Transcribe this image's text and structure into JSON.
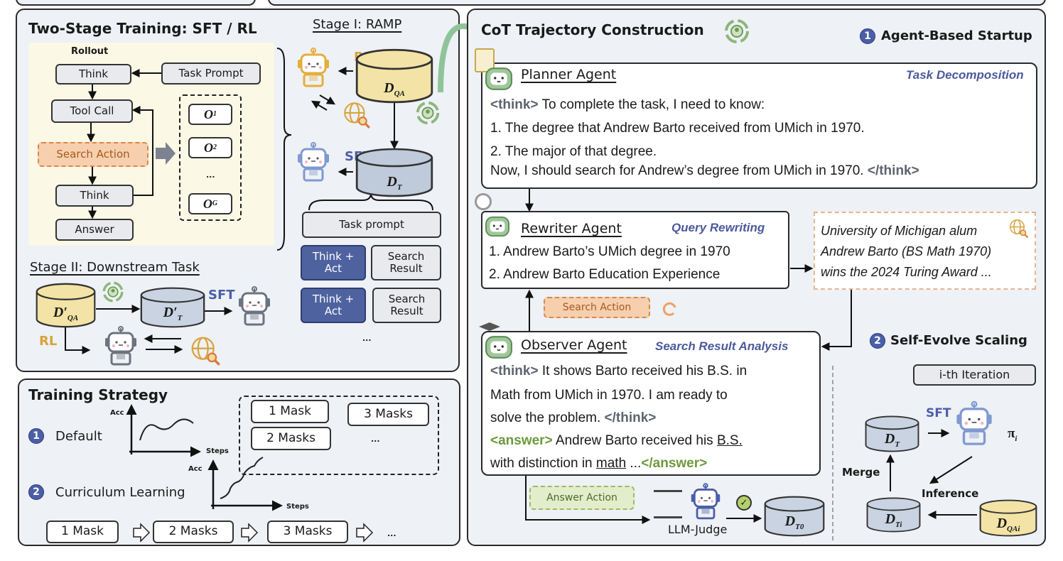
{
  "left_top": {
    "title": "Two-Stage Training: SFT / RL",
    "stage1": "Stage I: RAMP",
    "rollout": {
      "label": "Rollout",
      "think1": "Think",
      "task_prompt": "Task Prompt",
      "tool_call": "Tool Call",
      "search_action": "Search Action",
      "think2": "Think",
      "answer": "Answer",
      "outputs": [
        {
          "main": "O",
          "sub": "1"
        },
        {
          "main": "O",
          "sub": "2"
        },
        {
          "main": "O",
          "sub": "G"
        }
      ],
      "ellipsis": "..."
    },
    "rl_label": "RL",
    "sft_label": "SFT",
    "d_qa": {
      "main": "D",
      "sub": "QA"
    },
    "d_t": {
      "main": "D",
      "sub": "T"
    },
    "task_prompt2": "Task prompt",
    "think_act": "Think + Act",
    "search_result": "Search Result",
    "ellipsis": "...",
    "stage2": "Stage II: Downstream Task",
    "d_qa_prime": {
      "main": "D′",
      "sub": "QA"
    },
    "d_t_prime": {
      "main": "D′",
      "sub": "T"
    },
    "stage2_sft": "SFT",
    "stage2_rl": "RL"
  },
  "left_bottom": {
    "title": "Training Strategy",
    "items": [
      {
        "num": "1",
        "label": "Default"
      },
      {
        "num": "2",
        "label": "Curriculum Learning"
      }
    ],
    "acc": "Acc",
    "steps": "Steps",
    "mask_set": [
      "1 Mask",
      "3 Masks",
      "2 Masks",
      "..."
    ],
    "sequence": [
      "1 Mask",
      "2 Masks",
      "3 Masks",
      "..."
    ]
  },
  "right": {
    "title": "CoT Trajectory Construction",
    "startup_num": "1",
    "startup": "Agent-Based Startup",
    "planner": {
      "name": "Planner Agent",
      "role": "Task Decomposition",
      "open_tag": "<think>",
      "l1": " To complete the task, I need to know:",
      "l2": "1. The degree that Andrew Barto received from UMich in 1970.",
      "l3": "2. The major of that degree.",
      "l4": "Now, I should search for Andrew’s degree from UMich in 1970. ",
      "close_tag": "</think>"
    },
    "rewriter": {
      "name": "Rewriter Agent",
      "role": "Query Rewriting",
      "l1": "1. Andrew Barto’s UMich degree in 1970",
      "l2": "2. Andrew Barto Education Experience"
    },
    "search_result": [
      "University of Michigan alum",
      "Andrew Barto (BS Math 1970)",
      "wins the 2024 Turing Award ..."
    ],
    "search_action": "Search Action",
    "observer": {
      "name": "Observer Agent",
      "role": "Search Result Analysis",
      "open_think": "<think>",
      "l1": " It shows Barto received his B.S. in",
      "l2": "Math from UMich in 1970. I am ready to",
      "l3": "solve the problem. ",
      "close_think": "</think>",
      "open_answer": "<answer>",
      "l4": " Andrew Barto received his ",
      "bs": "B.S.",
      "l5": "with distinction in ",
      "math": "math",
      "l5b": " ...",
      "close_answer": "</answer>"
    },
    "answer_action": "Answer Action",
    "llm_judge": "LLM-Judge",
    "d_t0": {
      "main": "D",
      "sub": "T0"
    },
    "evolve_num": "2",
    "evolve": "Self-Evolve Scaling",
    "iteration": "i-th Iteration",
    "d_t": {
      "main": "D",
      "sub": "T"
    },
    "sft": "SFT",
    "pi": "π",
    "pi_sub": "i",
    "merge": "Merge",
    "inference": "Inference",
    "d_ti": {
      "main": "D",
      "sub": "Ti"
    },
    "d_qai": {
      "main": "D",
      "sub": "QAi"
    }
  },
  "colors": {
    "panel": "#eef1f5",
    "accent": "#4b5fa8",
    "orange": "#f6cfae",
    "green": "#e3edcc",
    "yellow_db": "#f3e3a6",
    "blue_db": "#bfcbdb"
  }
}
